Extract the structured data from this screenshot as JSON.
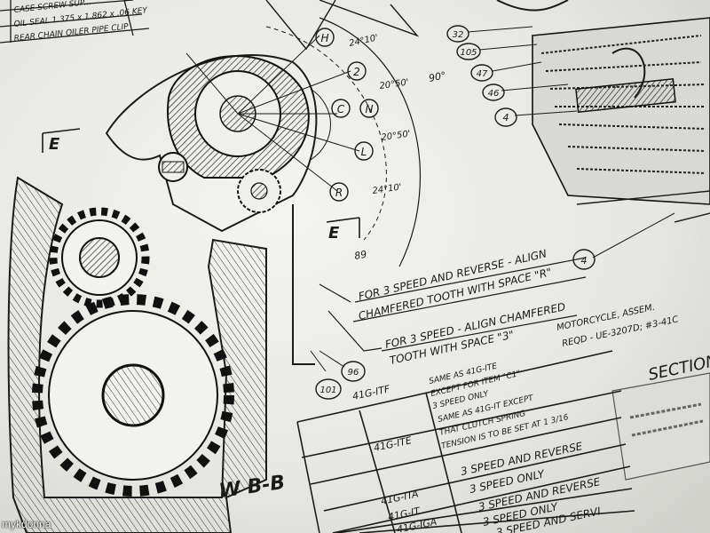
{
  "header_rows": [
    "CASE SCREW SUP...",
    "OIL SEAL 1.375 x 1.862 x .06 KEY",
    "REAR CHAIN OILER PIPE CLIP"
  ],
  "gear_callouts": [
    "H",
    "2",
    "C",
    "N",
    "L",
    "R"
  ],
  "angles": [
    "24°10'",
    "20°50'",
    "20°50'",
    "24°10'"
  ],
  "angle_90": "90°",
  "angle_89": "89",
  "section_markers": [
    "E",
    "E"
  ],
  "part_callouts": [
    "32",
    "105",
    "47",
    "46",
    "4",
    "4",
    "96",
    "101"
  ],
  "notes": [
    "FOR 3 SPEED AND REVERSE - ALIGN",
    "CHAMFERED TOOTH WITH SPACE \"R\"",
    "FOR 3 SPEED - ALIGN CHAMFERED",
    "TOOTH WITH SPACE \"3\""
  ],
  "assembly_note": [
    "MOTORCYCLE, ASSEM.",
    "REQD - UE-3207D; #3-41C"
  ],
  "section_label": "SECTION",
  "view_label": "W  B-B",
  "table": {
    "rows": [
      {
        "part": "41G-ITF",
        "desc": [
          "SAME AS 41G-ITE",
          "EXCEPT FOR ITEM \"C1\"",
          "3 SPEED ONLY"
        ]
      },
      {
        "part": "41G-ITE",
        "desc": [
          "SAME AS 41G-IT EXCEPT",
          "THAT CLUTCH SPRING",
          "TENSION IS TO BE SET AT 1 3/16"
        ]
      },
      {
        "part": "",
        "desc": [
          "3 SPEED AND REVERSE"
        ]
      },
      {
        "part": "",
        "desc": [
          "3 SPEED ONLY"
        ]
      },
      {
        "part": "41G-ITA",
        "desc": [
          "3 SPEED AND REVERSE"
        ]
      },
      {
        "part": "41G-IT",
        "desc": [
          "3 SPEED ONLY"
        ]
      },
      {
        "part": "41G-IGA",
        "desc": [
          "3 SPEED AND SERVI"
        ]
      }
    ]
  },
  "watermark": "mykdonna"
}
